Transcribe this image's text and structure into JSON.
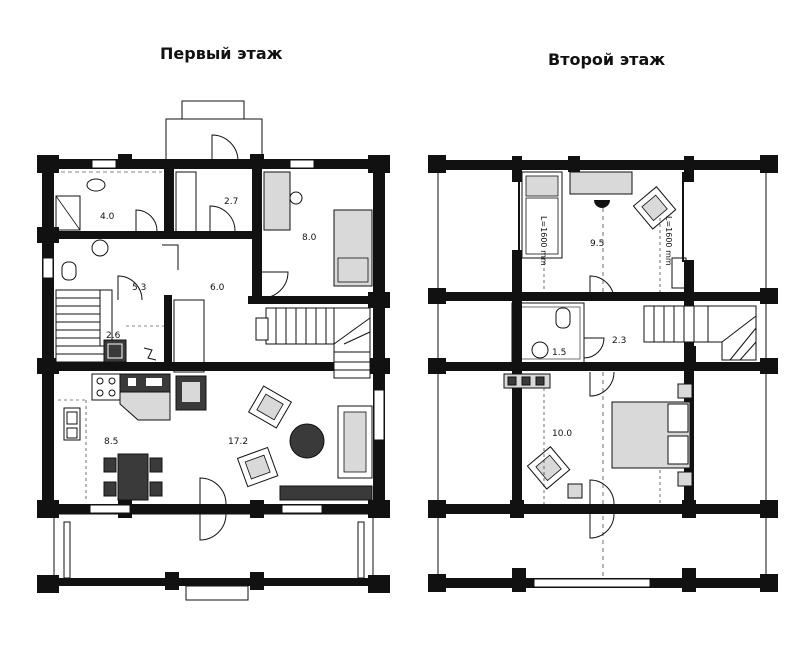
{
  "plans": {
    "first_floor_title": "Первый этаж",
    "second_floor_title": "Второй этаж"
  },
  "first_floor_rooms": {
    "r4_0": "4.0",
    "r2_7": "2.7",
    "r8_0": "8.0",
    "r5_3": "5.3",
    "r6_0": "6.0",
    "r2_6": "2.6",
    "r8_5": "8.5",
    "r17_2": "17.2"
  },
  "second_floor_rooms": {
    "r9_5": "9.5",
    "r1_5": "1.5",
    "r2_3": "2.3",
    "r10_0": "10.0"
  },
  "dimensions": {
    "bed_a": "L=1600 mm",
    "bed_b": "L=1600 mm"
  },
  "colors": {
    "wall": "#111111",
    "furniture_fill": "#d9d9d9",
    "dark_fill": "#3a3a3a"
  }
}
